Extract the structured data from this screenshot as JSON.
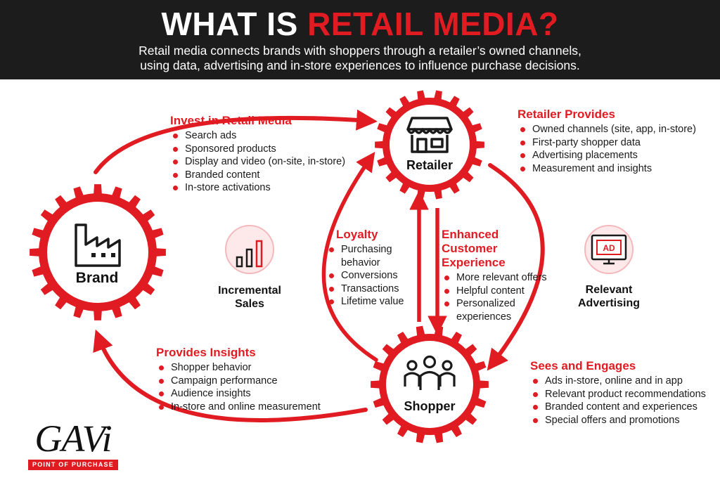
{
  "header": {
    "title_main": "WHAT IS ",
    "title_accent": "RETAIL MEDIA?",
    "subtitle_line1": "Retail media connects brands with shoppers through a retailer’s owned channels,",
    "subtitle_line2": "using data, advertising and in-store experiences to influence purchase decisions."
  },
  "colors": {
    "accent": "#e11b22",
    "header_bg": "#1c1c1c",
    "text": "#1a1a1a"
  },
  "nodes": {
    "brand": {
      "label": "Brand",
      "icon": "factory-icon"
    },
    "retailer": {
      "label": "Retailer",
      "icon": "storefront-icon"
    },
    "shopper": {
      "label": "Shopper",
      "icon": "people-icon"
    }
  },
  "blocks": {
    "invest": {
      "title": "Invest in Retail Media",
      "items": [
        "Search ads",
        "Sponsored products",
        "Display and video (on-site, in-store)",
        "Branded content",
        "In-store activations"
      ]
    },
    "retailer_provides": {
      "title": "Retailer Provides",
      "items": [
        "Owned channels (site, app, in-store)",
        "First-party shopper data",
        "Advertising placements",
        "Measurement and insights"
      ]
    },
    "loyalty": {
      "title": "Loyalty",
      "items": [
        "Purchasing behavior",
        "Conversions",
        "Transactions",
        "Lifetime value"
      ]
    },
    "enhanced": {
      "title_line1": "Enhanced",
      "title_line2": "Customer Experience",
      "items": [
        "More relevant offers",
        "Helpful content",
        "Personalized experiences"
      ]
    },
    "insights": {
      "title": "Provides Insights",
      "items": [
        "Shopper behavior",
        "Campaign performance",
        "Audience insights",
        "In-store and online measurement"
      ]
    },
    "sees": {
      "title": "Sees and Engages",
      "items": [
        "Ads in-store, online and in app",
        "Relevant product recommendations",
        "Branded content and experiences",
        "Special offers and promotions"
      ]
    }
  },
  "icons": {
    "incremental": {
      "line1": "Incremental",
      "line2": "Sales",
      "icon": "bar-chart-icon"
    },
    "relevant": {
      "line1": "Relevant",
      "line2": "Advertising",
      "icon": "ad-monitor-icon",
      "badge": "AD"
    }
  },
  "logo": {
    "name": "GAVi",
    "tagline": "POINT OF PURCHASE"
  }
}
